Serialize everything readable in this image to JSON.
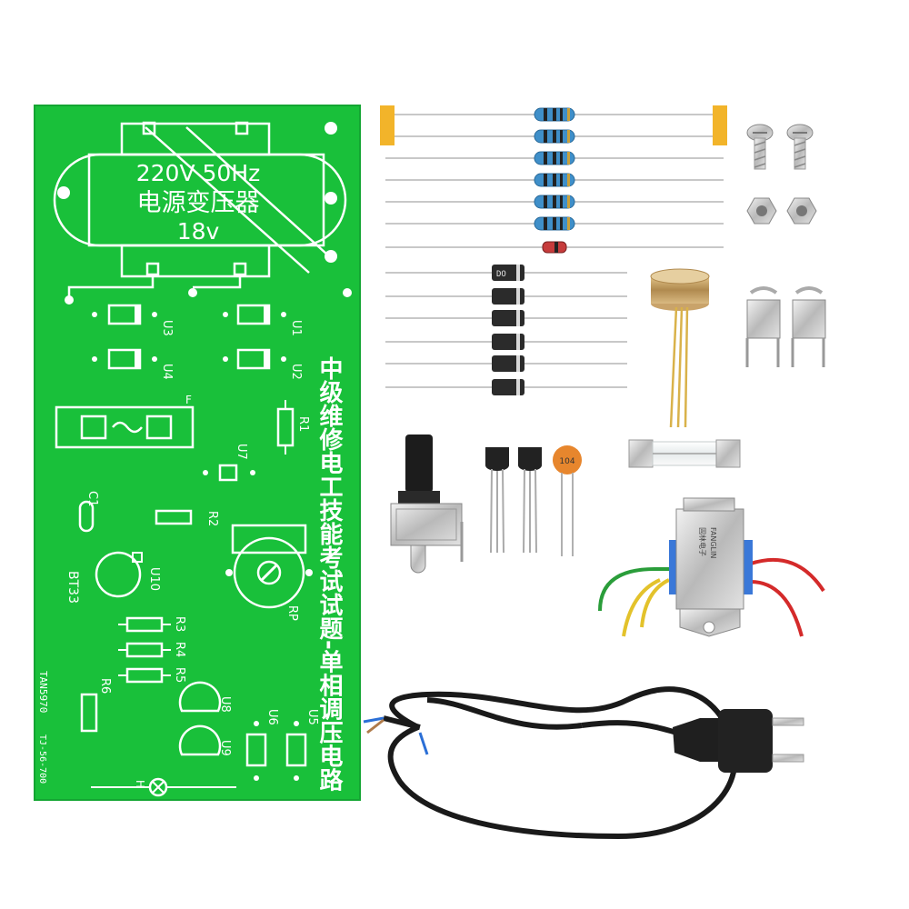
{
  "pcb": {
    "transformer_line1": "220V 50Hz",
    "transformer_line2": "电源变压器",
    "transformer_line3": "18v",
    "vertical_title": "中级维修电工技能考试试题-单相调压电路",
    "labels": {
      "u1": "U1",
      "u2": "U2",
      "u3": "U3",
      "u4": "U4",
      "f": "F",
      "r1": "R1",
      "u7": "U7",
      "c1": "C1",
      "r2": "R2",
      "bt33": "BT33",
      "u10": "U10",
      "rp": "RP",
      "r3": "R3",
      "r4": "R4",
      "r5": "R5",
      "r6": "R6",
      "u8": "U8",
      "u9": "U9",
      "u6": "U6",
      "u5": "U5",
      "h": "H",
      "part_no": "TAN5970",
      "code": "TJ-56-700"
    }
  },
  "components": {
    "diode_marking": "DO",
    "capacitor_marking": "104",
    "transformer_label_line1": "FANGLIN",
    "transformer_label_line2": "固林电子"
  },
  "colors": {
    "pcb_green": "#19c03a",
    "silkscreen": "#ffffff",
    "resistor_blue": "#3f8fc9",
    "capacitor_orange": "#e7862d"
  }
}
